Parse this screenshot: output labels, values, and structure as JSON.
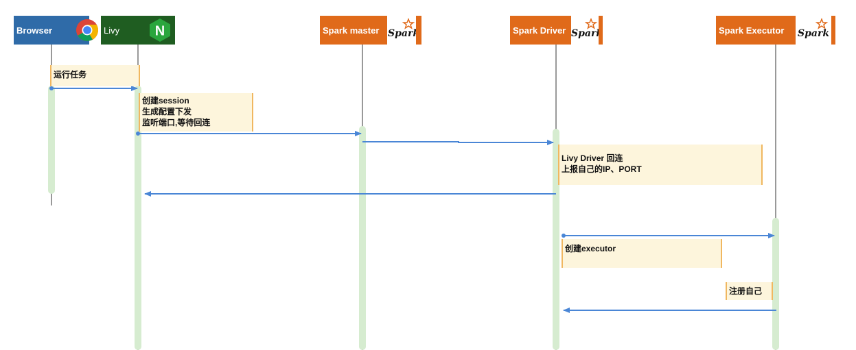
{
  "participants": [
    {
      "id": "browser",
      "label": "Browser",
      "color": "#2f6ba8",
      "icon": "chrome-icon"
    },
    {
      "id": "livy",
      "label": "Livy",
      "color": "#1f5d21",
      "icon": "nginx-icon",
      "icon_text": "N"
    },
    {
      "id": "spark-master",
      "label": "Spark master",
      "color": "#e06a1a",
      "icon": "spark-logo-icon",
      "icon_text": "Spark"
    },
    {
      "id": "spark-driver",
      "label": "Spark Driver",
      "color": "#e06a1a",
      "icon": "spark-logo-icon",
      "icon_text": "Spark"
    },
    {
      "id": "spark-executor",
      "label": "Spark Executor",
      "color": "#e06a1a",
      "icon": "spark-logo-icon",
      "icon_text": "Spark"
    }
  ],
  "notes": {
    "run_task": [
      "运行任务"
    ],
    "create_session": [
      "创建session",
      "生成配置下发",
      "监听端口,等待回连"
    ],
    "driver_callback": [
      "Livy Driver 回连",
      "上报自己的IP、PORT"
    ],
    "create_executor": [
      "创建executor"
    ],
    "register_self": [
      "注册自己"
    ]
  },
  "colors": {
    "arrow": "#4a86d6",
    "activation": "#d6ecd0",
    "lifeline": "#999999",
    "note_fill": "#fdf5dc",
    "note_border": "#f0b760"
  }
}
